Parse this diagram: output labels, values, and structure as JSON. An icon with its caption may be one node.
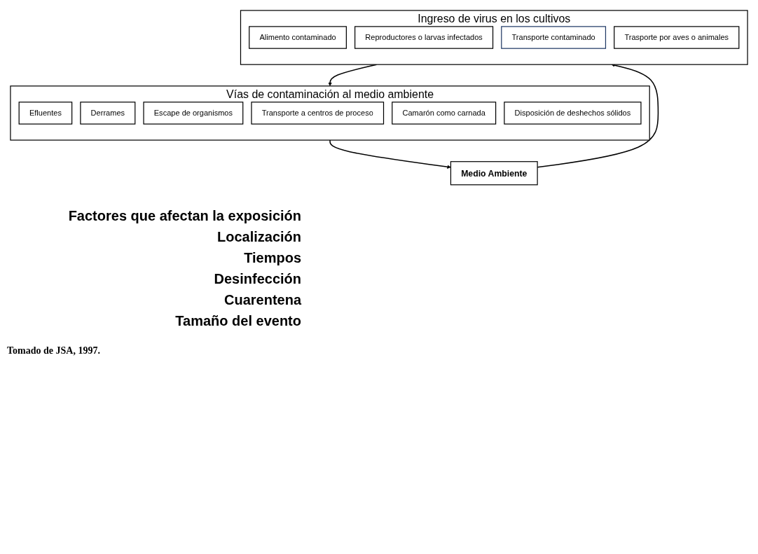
{
  "diagram": {
    "nodes": [
      {
        "text": [
          "Ingreso de virus en los cultivos"
        ]
      },
      {
        "text": [
          "Alimento contaminado"
        ],
        "in": 0
      },
      {
        "text": [
          "Reproductores o larvas infectados"
        ],
        "in": 0
      },
      {
        "text": [
          "Transporte contaminado"
        ],
        "in": 0
      },
      {
        "text": [
          "Trasporte por aves o animales"
        ],
        "in": 0
      },
      {
        "text": [
          "Vías de contaminación al medio ambiente"
        ]
      },
      {
        "text": [
          "Efluentes"
        ],
        "in": 5
      },
      {
        "text": [
          "Derrames"
        ],
        "in": 5
      },
      {
        "text": [
          "Escape de organismos"
        ],
        "in": 5
      },
      {
        "text": [
          "Transporte a centros de proceso"
        ],
        "in": 5
      },
      {
        "text": [
          "Camarón como carnada"
        ],
        "in": 5
      },
      {
        "text": [
          "Disposición de deshechos sólidos"
        ],
        "in": 5
      },
      {
        "text": [
          "Medio Ambiente"
        ]
      }
    ],
    "edges": [
      {
        "from": 0,
        "to": 5,
        "arrow": "to"
      },
      {
        "from": 5,
        "to": 12,
        "arrow": "to"
      },
      {
        "from": 12,
        "to": 0,
        "arrow": "to"
      }
    ],
    "labels": [
      "Factores que afectan la exposición",
      "Localización",
      "Tiempos",
      "Desinfección",
      "Cuarentena",
      "Tamaño del evento",
      "Tomado de JSA, 1997."
    ]
  }
}
